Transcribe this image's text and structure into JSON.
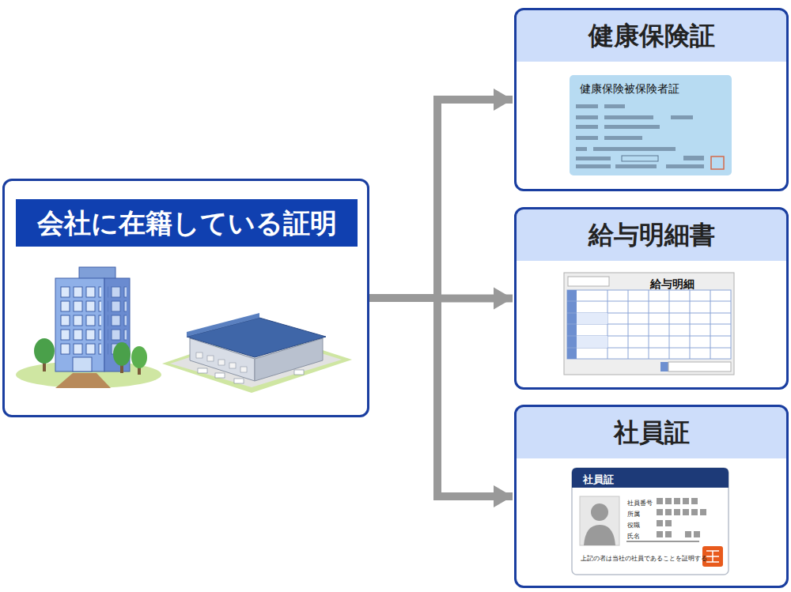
{
  "diagram": {
    "nodes": [
      {
        "text": [
          "会社に在籍している証明"
        ]
      },
      {
        "text": [
          "健康保険証"
        ]
      },
      {
        "text": [
          "健康保険被保険者証"
        ],
        "in": 1
      },
      {
        "text": [
          "給与明細書"
        ]
      },
      {
        "text": [
          "給与明細"
        ],
        "in": 3
      },
      {
        "text": [
          "社員証"
        ]
      },
      {
        "text": [
          "社員証",
          "社員番号",
          "所属",
          "役職",
          "氏名",
          "上記の者は当社の社員であることを証明する"
        ],
        "in": 5
      }
    ],
    "edges": [
      {
        "from": 0,
        "to": 1,
        "arrow": "to"
      },
      {
        "from": 0,
        "to": 3,
        "arrow": "to"
      },
      {
        "from": 0,
        "to": 5,
        "arrow": "to"
      }
    ]
  }
}
